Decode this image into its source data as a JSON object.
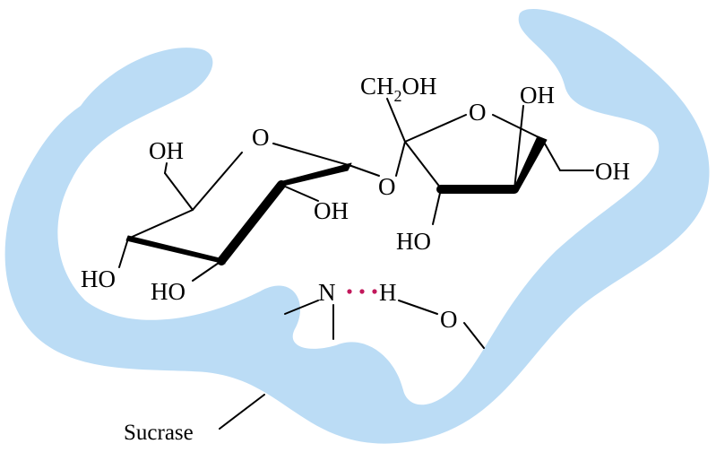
{
  "colors": {
    "enzyme_fill": "#bbdcf5",
    "bond": "#000000",
    "hbond_dots": "#c2185b"
  },
  "labels": {
    "glucose_ring_o": "O",
    "glycosidic_o": "O",
    "fructose_ring_o": "O",
    "glc_ch2oh": "OH",
    "glc_oh2": "OH",
    "glc_oh3": "HO",
    "glc_oh4": "HO",
    "fru_ch2oh_top_main": "CH",
    "fru_ch2oh_top_sub": "2",
    "fru_ch2oh_top_end": "OH",
    "fru_oh_top": "OH",
    "fru_ch2oh_right": "OH",
    "fru_oh_bottom": "HO",
    "enzyme_n": "N",
    "enzyme_h": "H",
    "enzyme_o": "O",
    "enzyme_name": "Sucrase"
  }
}
